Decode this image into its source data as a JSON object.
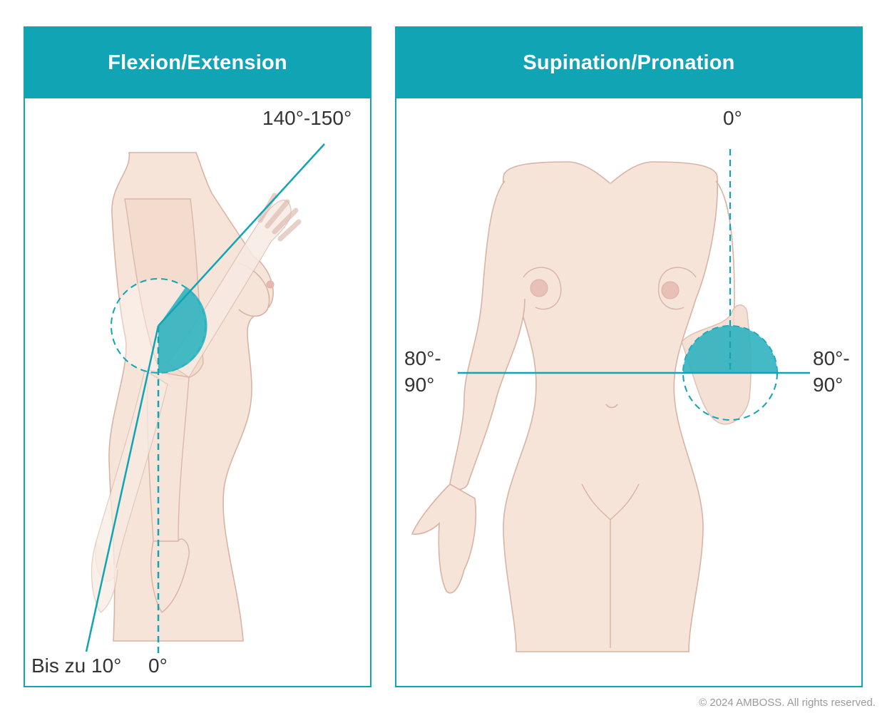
{
  "panels": {
    "left": {
      "title": "Flexion/Extension",
      "labels": {
        "flexion": "140°-150°",
        "extension": "Bis zu 10°",
        "neutral": "0°"
      }
    },
    "right": {
      "title": "Supination/Pronation",
      "labels": {
        "neutral": "0°",
        "left_range_line1": "80°-",
        "left_range_line2": "90°",
        "right_range_line1": "80°-",
        "right_range_line2": "90°"
      }
    }
  },
  "copyright": "© 2024 AMBOSS. All rights reserved.",
  "colors": {
    "accent": "#10a4b4",
    "skin": "#f6e4d9",
    "skin_outline": "#d8b3a6",
    "arc_fill": "#2fb2c0"
  }
}
